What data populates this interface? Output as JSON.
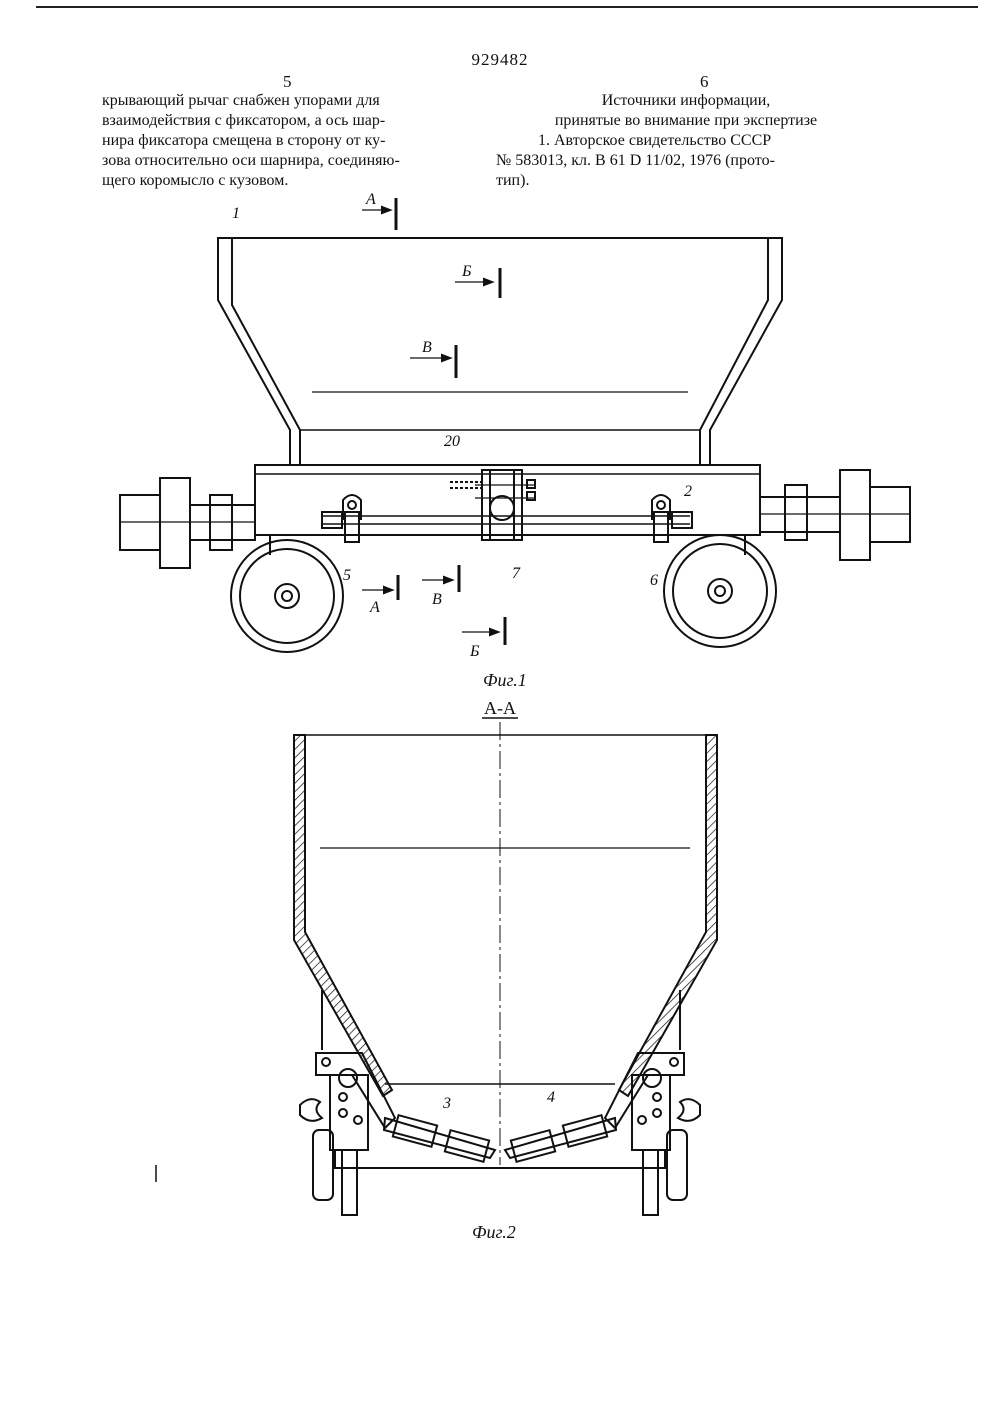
{
  "document": {
    "patent_number": "929482",
    "left_column": {
      "page_number": "5",
      "lines": [
        "крывающий рычаг снабжен упорами для",
        "взаимодействия с фиксатором, а ось шар-",
        "нира фиксатора смещена в сторону от ку-",
        "зова относительно оси шарнира, соединяю-",
        "щего коромысло с кузовом."
      ]
    },
    "right_column": {
      "page_number": "6",
      "heading_lines": [
        "Источники информации,",
        "принятые во внимание при экспертизе"
      ],
      "reference_lines": [
        "1. Авторское свидетельство СССР",
        "№ 583013, кл. В 61 D 11/02, 1976 (прото-",
        "тип)."
      ]
    }
  },
  "figure1": {
    "caption": "Фиг.1",
    "labels": {
      "part_1": "1",
      "part_2": "2",
      "part_5": "5",
      "part_6": "6",
      "part_7": "7",
      "part_20": "20",
      "section_A_top": "А",
      "section_B_top": "Б",
      "section_V_top": "В",
      "section_A_bottom": "А",
      "section_V_bottom": "В",
      "section_B_bottom": "Б"
    }
  },
  "figure2": {
    "caption": "Фиг.2",
    "section_title": "А-А",
    "labels": {
      "part_3": "3",
      "part_4": "4"
    }
  }
}
